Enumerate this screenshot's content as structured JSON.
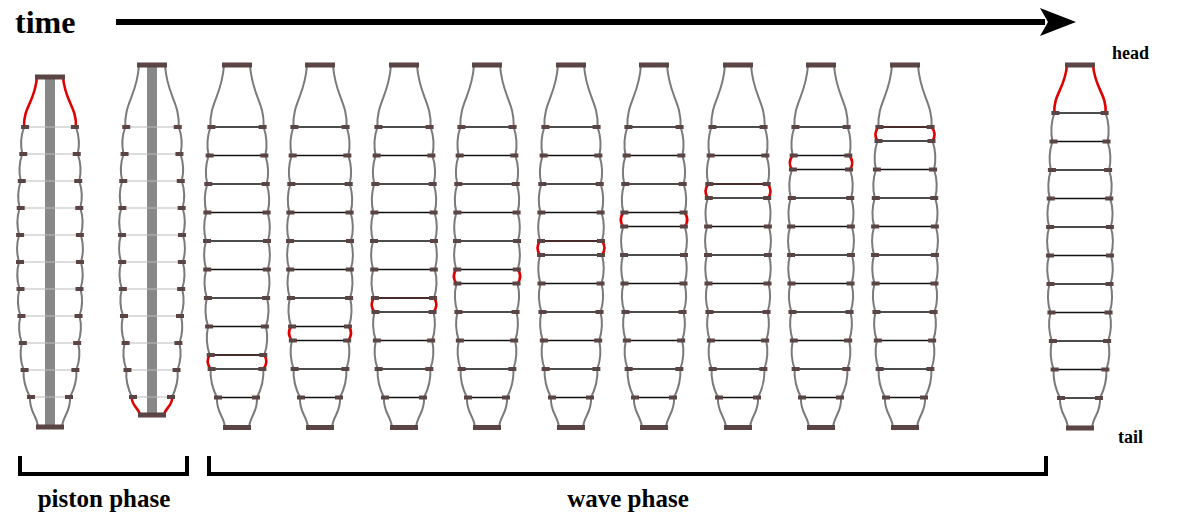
{
  "diagram": {
    "labels": [
      "time",
      "head",
      "tail",
      "piston phase",
      "wave phase"
    ]
  }
}
